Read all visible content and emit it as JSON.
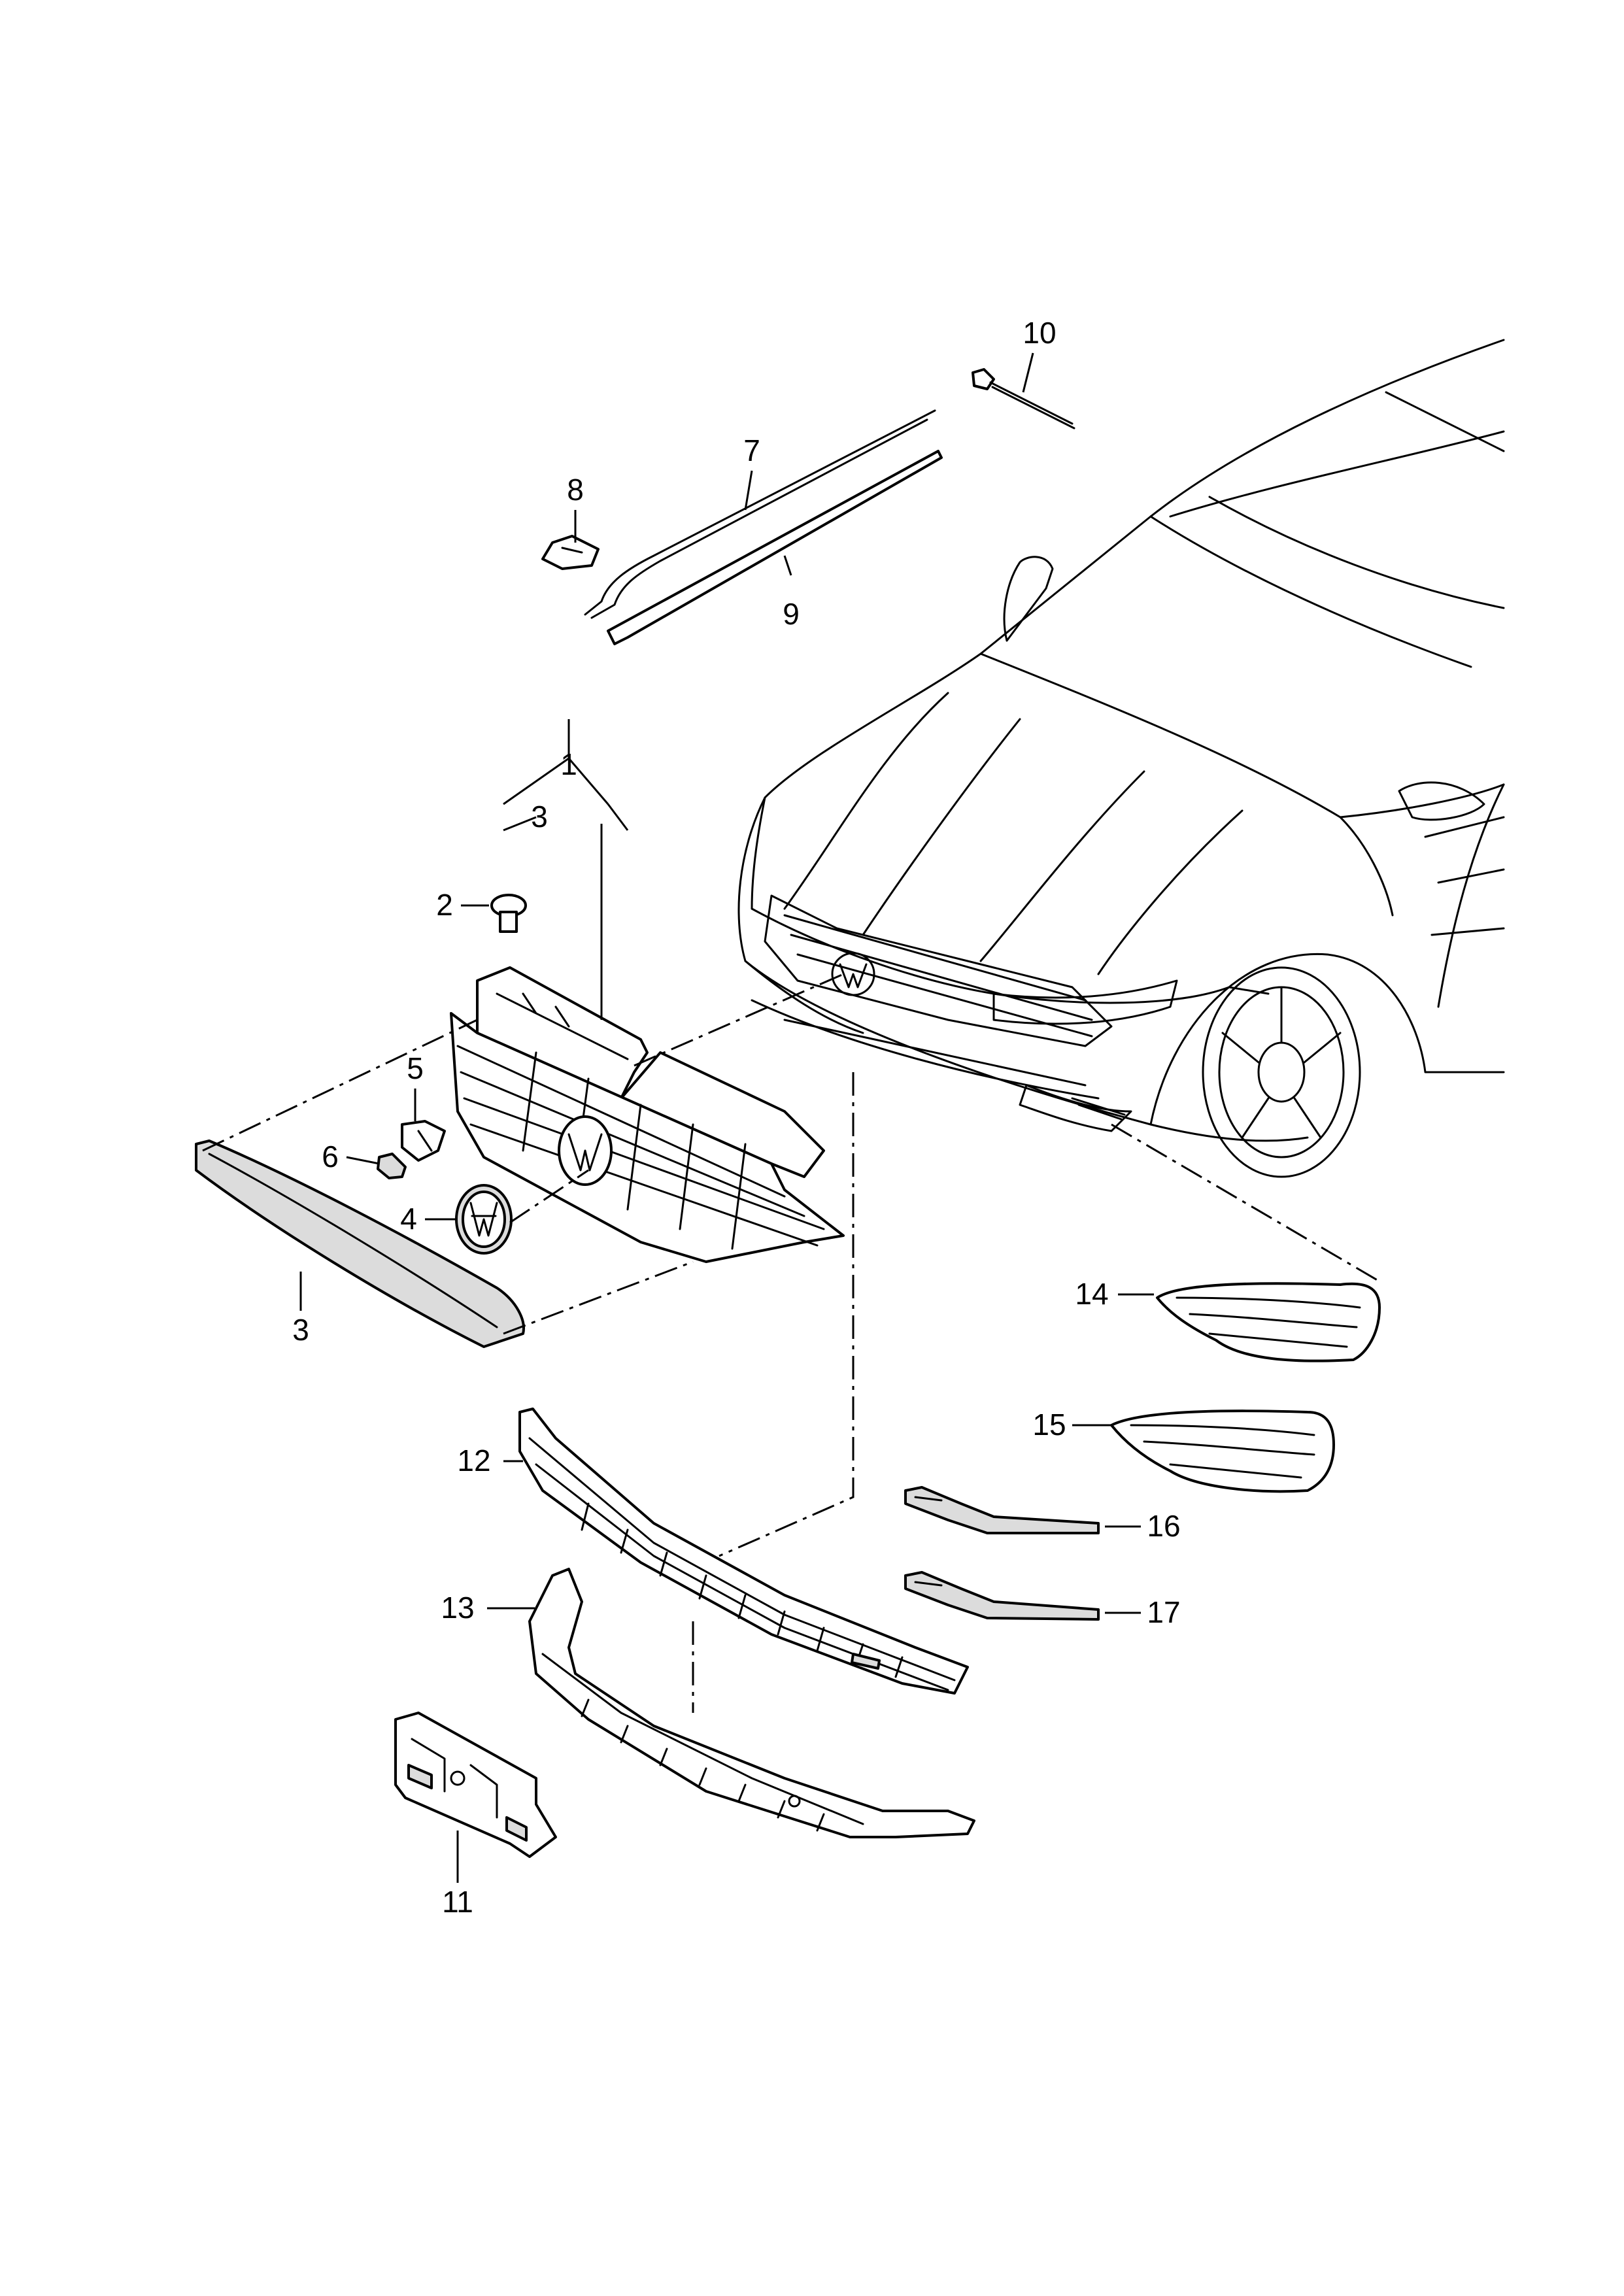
{
  "callouts": [
    {
      "id": "c1",
      "label": "1"
    },
    {
      "id": "c2",
      "label": "2"
    },
    {
      "id": "c3a",
      "label": "3"
    },
    {
      "id": "c3b",
      "label": "3"
    },
    {
      "id": "c4",
      "label": "4"
    },
    {
      "id": "c5",
      "label": "5"
    },
    {
      "id": "c6",
      "label": "6"
    },
    {
      "id": "c7",
      "label": "7"
    },
    {
      "id": "c8",
      "label": "8"
    },
    {
      "id": "c9",
      "label": "9"
    },
    {
      "id": "c10",
      "label": "10"
    },
    {
      "id": "c11",
      "label": "11"
    },
    {
      "id": "c12",
      "label": "12"
    },
    {
      "id": "c13",
      "label": "13"
    },
    {
      "id": "c14",
      "label": "14"
    },
    {
      "id": "c15",
      "label": "15"
    },
    {
      "id": "c16",
      "label": "16"
    },
    {
      "id": "c17",
      "label": "17"
    }
  ]
}
